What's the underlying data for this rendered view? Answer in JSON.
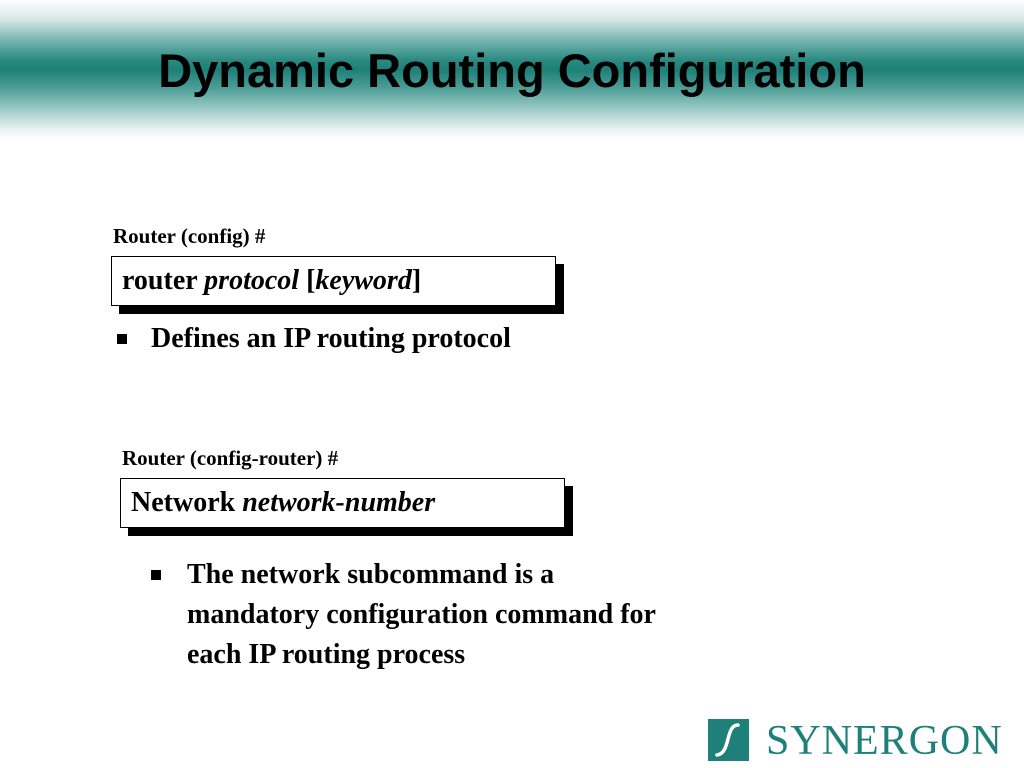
{
  "slide": {
    "title": "Dynamic Routing Configuration"
  },
  "section1": {
    "prompt": "Router (config) #",
    "command": {
      "keyword": "router",
      "arg1": "protocol",
      "bracket_open": "[",
      "arg2": "keyword",
      "bracket_close": "]"
    },
    "bullet": "Defines an IP routing protocol"
  },
  "section2": {
    "prompt": "Router (config-router) #",
    "command": {
      "keyword": "Network",
      "arg1": "network-number"
    },
    "bullet_lines": [
      "The network subcommand is a",
      "mandatory configuration command for",
      "each IP routing process"
    ]
  },
  "logo": {
    "text": "SYNERGON",
    "icon": "synergon-s-logo-icon",
    "color": "#1e8078"
  },
  "colors": {
    "band": "#1e8078",
    "text": "#000000"
  }
}
